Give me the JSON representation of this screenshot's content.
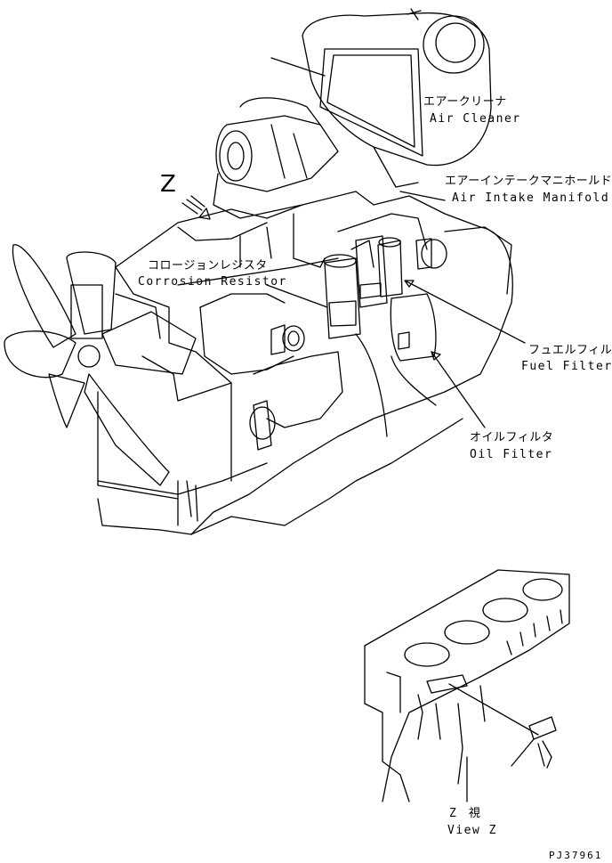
{
  "labels": {
    "air_cleaner_jp": "エアークリーナ",
    "air_cleaner_en": "Air Cleaner",
    "air_intake_manifold_jp": "エアーインテークマニホールド",
    "air_intake_manifold_en": "Air Intake Manifold",
    "corrosion_resistor_jp": "コロージョンレジスタ",
    "corrosion_resistor_en": "Corrosion Resistor",
    "fuel_filter_jp": "フュエルフィルタ",
    "fuel_filter_en": "Fuel Filter",
    "oil_filter_jp": "オイルフィルタ",
    "oil_filter_en": "Oil Filter",
    "view_marker": "Z",
    "view_z_jp": "Z　視",
    "view_z_en": "View Z",
    "drawing_code": "PJ37961"
  }
}
